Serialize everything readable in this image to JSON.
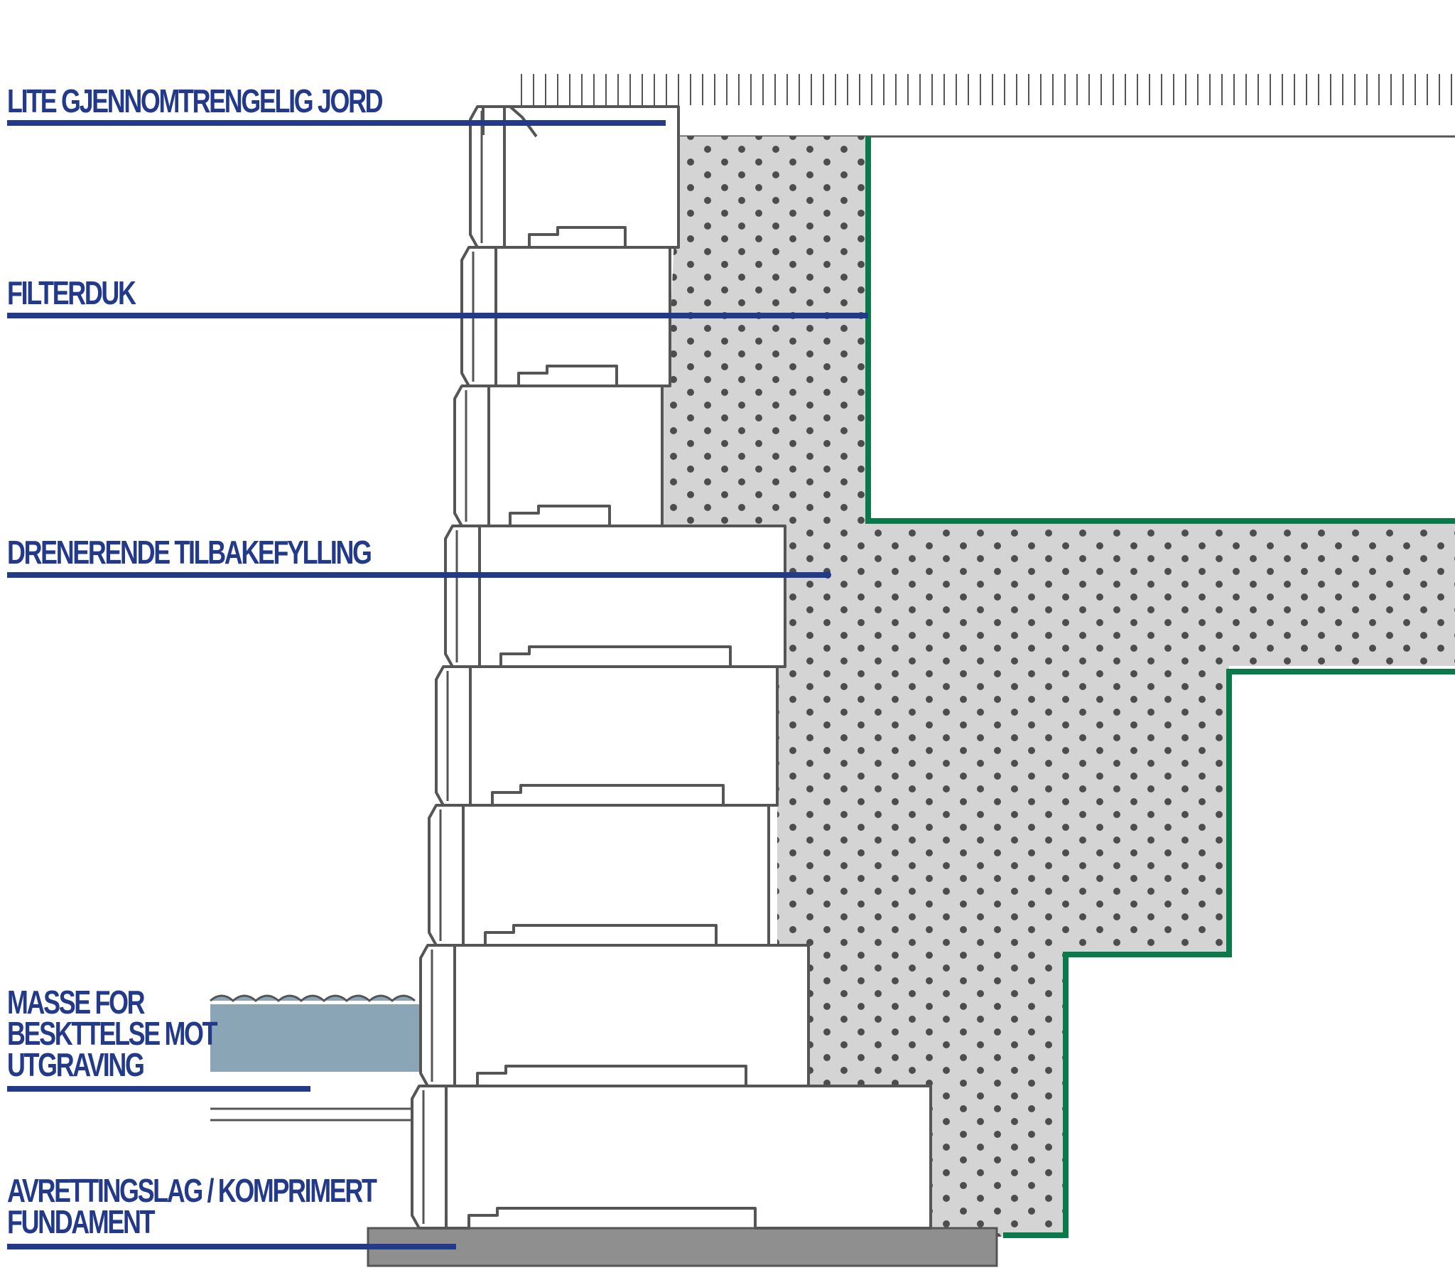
{
  "colors": {
    "label_blue": "#233a8b",
    "backfill_gray": "#d4d4d4",
    "dot_gray": "#4d4d4d",
    "block_outline": "#555555",
    "filter_green": "#0a7a4a",
    "water_blue": "#8aa6b6",
    "foundation_gray": "#8f8f8f"
  },
  "labels": {
    "soil": "LITE GJENNOMTRENGELIG JORD",
    "filter": "FILTERDUK",
    "backfill": "DRENERENDE TILBAKEFYLLING",
    "protection": "MASSE FOR\nBESKTTELSE MOT\nUTGRAVING",
    "foundation": "AVRETTINGSLAG / KOMPRIMERT\nFUNDAMENT"
  }
}
